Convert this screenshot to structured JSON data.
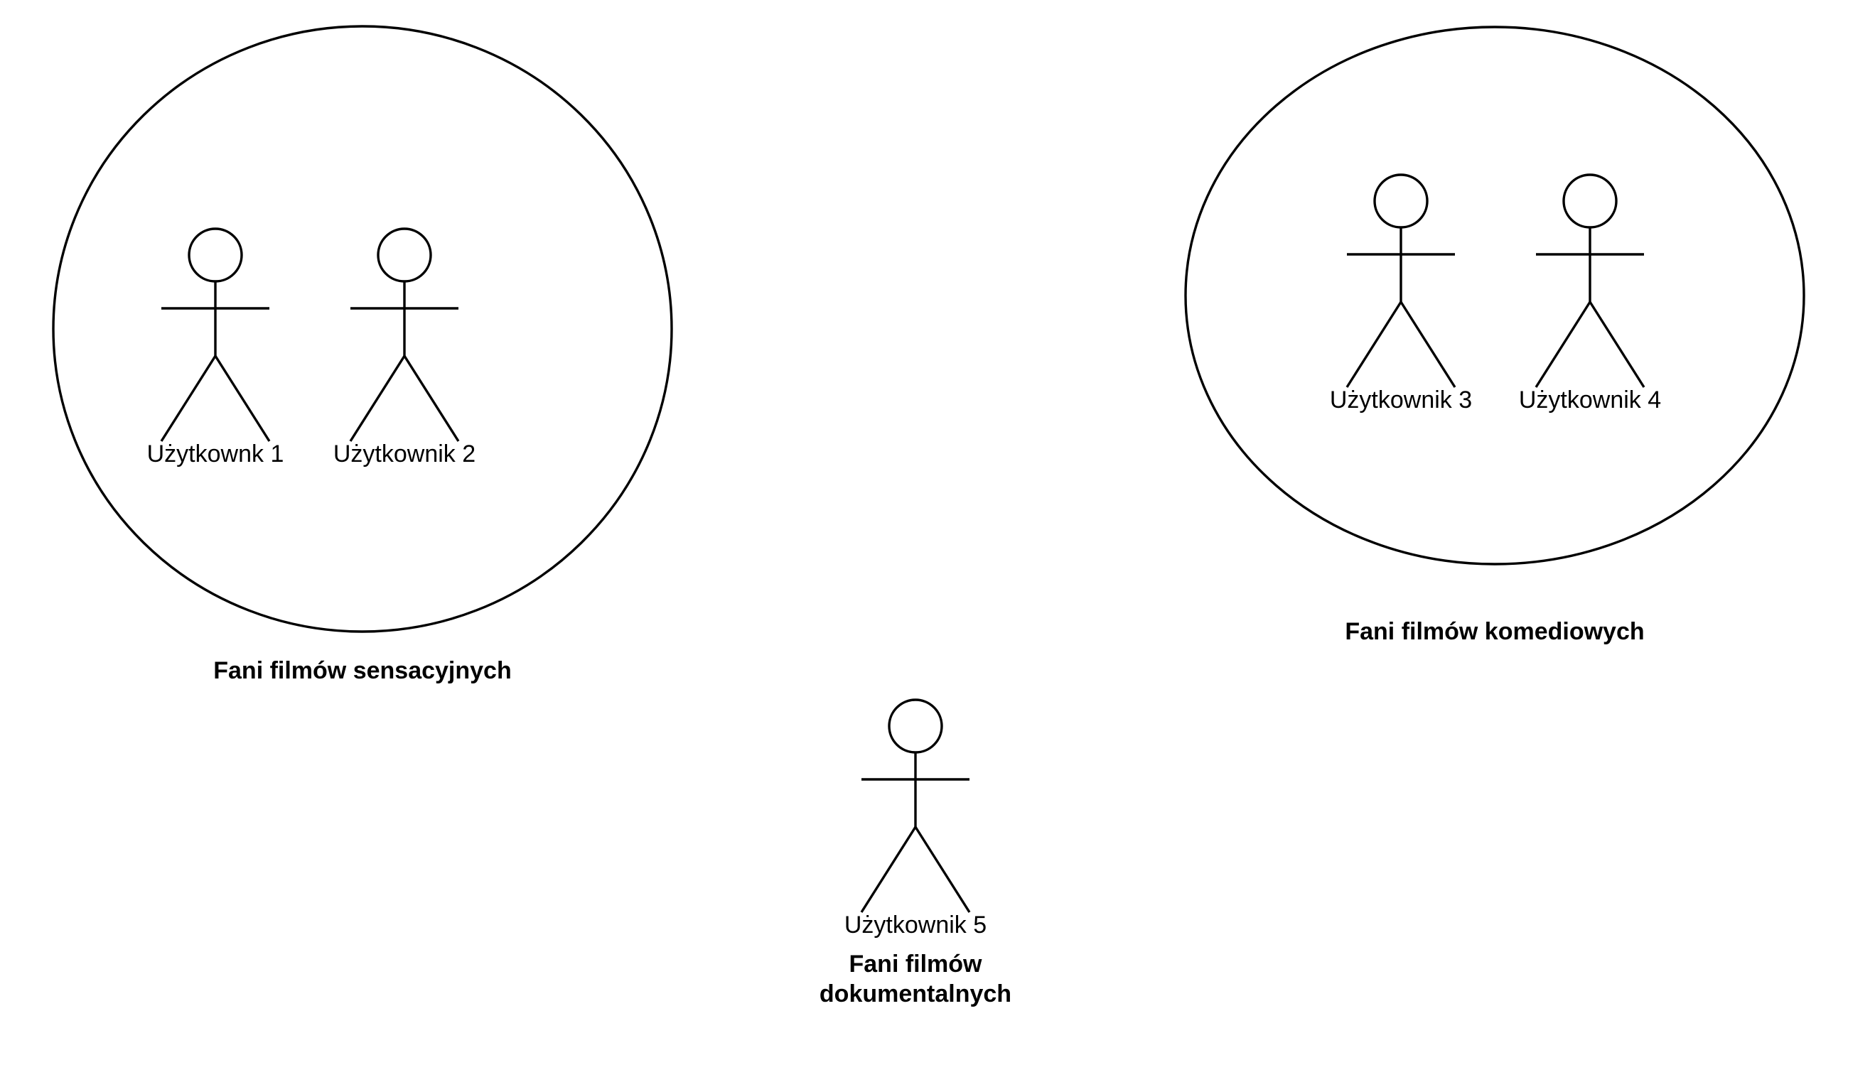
{
  "diagram": {
    "groups": [
      {
        "id": "action",
        "label": "Fani filmów sensacyjnych"
      },
      {
        "id": "comedy",
        "label": "Fani filmów komediowych"
      },
      {
        "id": "documentary",
        "label_line1": "Fani filmów",
        "label_line2": "dokumentalnych"
      }
    ],
    "actors": [
      {
        "label": "Użytkownk 1"
      },
      {
        "label": "Użytkownik 2"
      },
      {
        "label": "Użytkownik 3"
      },
      {
        "label": "Użytkownik 4"
      },
      {
        "label": "Użytkownik 5"
      }
    ]
  }
}
